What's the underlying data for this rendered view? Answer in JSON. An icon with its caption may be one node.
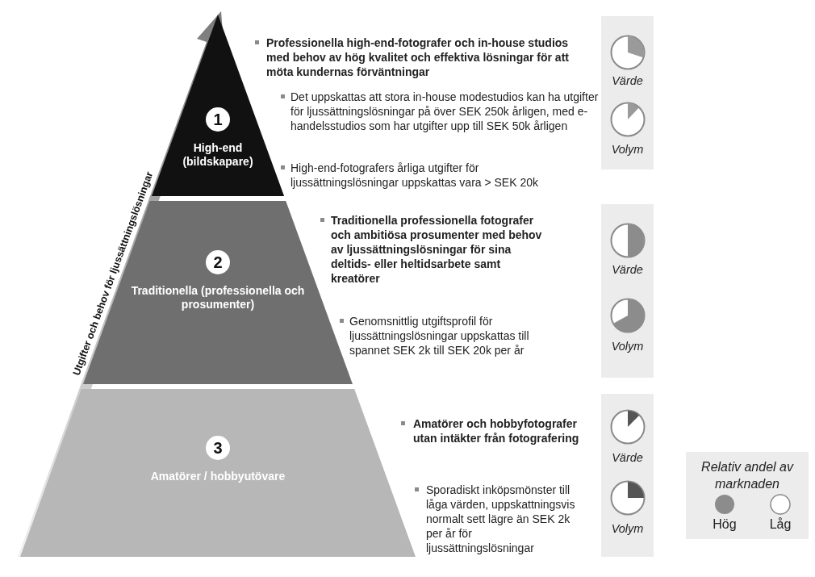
{
  "diagram": {
    "nodes": [
      {
        "text": [
          "1",
          "High-end (bildskapare)"
        ]
      },
      {
        "text": [
          "2",
          "Traditionella (professionella och prosumenter)"
        ]
      },
      {
        "text": [
          "3",
          "Amatörer / hobbyutövare"
        ]
      }
    ],
    "labels": [
      "Utgifter och behov för ljussättningslösningar",
      "Professionella high-end-fotografer och in-house studios med behov av hög kvalitet och effektiva lösningar för att möta kundernas förväntningar",
      "Det uppskattas att stora in-house modestudios kan ha utgifter för ljussättningslösningar på över SEK 250k årligen, med e-handelsstudios som har utgifter upp till SEK 50k årligen",
      "High-end-fotografers årliga utgifter för ljussättningslösningar uppskattas vara > SEK 20k",
      "Värde",
      "Volym",
      "Traditionella professionella fotografer och ambitiösa prosumenter med behov av ljussättningslösningar för sina deltids- eller heltidsarbete samt kreatörer",
      "Genomsnittlig utgiftsprofil för ljussättningslösningar uppskattas till spannet SEK 2k till SEK 20k per år",
      "Värde",
      "Volym",
      "Amatörer och hobbyfotografer utan intäkter från fotografering",
      "Sporadiskt inköpsmönster till låga värden, uppskattningsvis normalt sett lägre än SEK 2k per år för ljussättningslösningar",
      "Värde",
      "Volym",
      "Relativ andel av marknaden"
    ],
    "legend": [
      {
        "text": "Hög",
        "color": "#8c8c8c"
      },
      {
        "text": "Låg"
      }
    ]
  }
}
